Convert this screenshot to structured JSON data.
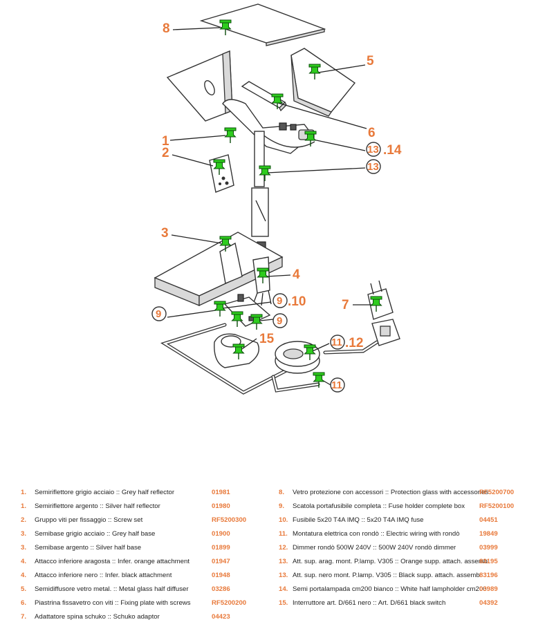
{
  "callouts": [
    {
      "label": "8",
      "circled": false
    },
    {
      "label": "5",
      "circled": false
    },
    {
      "label": "1",
      "circled": false
    },
    {
      "label": "2",
      "circled": false
    },
    {
      "label": "6",
      "circled": false
    },
    {
      "label": "13",
      "circled": true
    },
    {
      "label": ".14",
      "circled": false
    },
    {
      "label": "13",
      "circled": true
    },
    {
      "label": "3",
      "circled": false
    },
    {
      "label": "4",
      "circled": false
    },
    {
      "label": "9",
      "circled": true
    },
    {
      "label": ".10",
      "circled": false
    },
    {
      "label": "9",
      "circled": true
    },
    {
      "label": "7",
      "circled": false
    },
    {
      "label": "15",
      "circled": false
    },
    {
      "label": "11",
      "circled": true
    },
    {
      "label": ".12",
      "circled": false
    },
    {
      "label": "11",
      "circled": true
    },
    {
      "label": "9",
      "circled": true
    }
  ],
  "parts_left": [
    {
      "num": "1.",
      "desc": "Semiriflettore grigio acciaio :: Grey half reflector",
      "code": "01981"
    },
    {
      "num": "1.",
      "desc": "Semiriflettore argento :: Silver half reflector",
      "code": "01980"
    },
    {
      "num": "2.",
      "desc": "Gruppo viti per fissaggio :: Screw set",
      "code": "RF5200300"
    },
    {
      "num": "3.",
      "desc": "Semibase grigio acciaio :: Grey half base",
      "code": "01900"
    },
    {
      "num": "3.",
      "desc": "Semibase argento :: Silver half base",
      "code": "01899"
    },
    {
      "num": "4.",
      "desc": "Attacco inferiore aragosta :: Infer. orange attachment",
      "code": "01947"
    },
    {
      "num": "4.",
      "desc": "Attacco inferiore nero :: Infer. black attachment",
      "code": "01948"
    },
    {
      "num": "5.",
      "desc": "Semidiffusore vetro metal. :: Metal glass half diffuser",
      "code": "03286"
    },
    {
      "num": "6.",
      "desc": "Piastrina fissavetro con viti :: Fixing plate with screws",
      "code": "RF5200200"
    },
    {
      "num": "7.",
      "desc": "Adattatore spina schuko :: Schuko adaptor",
      "code": "04423"
    }
  ],
  "parts_right": [
    {
      "num": "8.",
      "desc": "Vetro protezione con accessori :: Protection glass with accessories",
      "code": "RF5200700"
    },
    {
      "num": "9.",
      "desc": "Scatola portafusibile completa :: Fuse holder complete box",
      "code": "RF5200100"
    },
    {
      "num": "10.",
      "desc": "Fusibile 5x20 T4A IMQ :: 5x20 T4A IMQ fuse",
      "code": "04451"
    },
    {
      "num": "11.",
      "desc": "Montatura elettrica con rondò :: Electric wiring with rondò",
      "code": "19849"
    },
    {
      "num": "12.",
      "desc": "Dimmer rondò 500W 240V :: 500W 240V rondò dimmer",
      "code": "03999"
    },
    {
      "num": "13.",
      "desc": "Att. sup. arag. mont. P.lamp. V305 :: Orange supp. attach. assemb.",
      "code": "83195"
    },
    {
      "num": "13.",
      "desc": "Att. sup. nero mont. P.lamp. V305 :: Black supp. attach. assemb.",
      "code": "83196"
    },
    {
      "num": "14.",
      "desc": "Semi portalampada cm200 bianco :: White half lampholder cm200",
      "code": "03989"
    },
    {
      "num": "15.",
      "desc": "Interruttore art. D/661 nero :: Art. D/661 black switch",
      "code": "04392"
    }
  ],
  "colors": {
    "accent": "#E8793A",
    "pin": "#2ECC1E"
  },
  "icons": {
    "marker": "green-pushpin-icon",
    "glyph": "push-pin"
  }
}
